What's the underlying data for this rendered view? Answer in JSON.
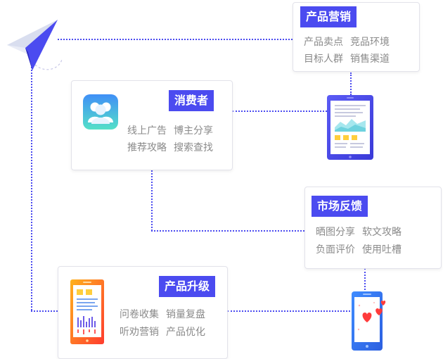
{
  "cards": {
    "marketing": {
      "title": "产品营销",
      "line1": [
        "产品卖点",
        "竞品环境"
      ],
      "line2": [
        "目标人群",
        "销售渠道"
      ]
    },
    "consumer": {
      "title": "消费者",
      "line1": [
        "线上广告",
        "博主分享"
      ],
      "line2": [
        "推荐攻略",
        "搜索查找"
      ]
    },
    "feedback": {
      "title": "市场反馈",
      "line1": [
        "晒图分享",
        "软文攻略"
      ],
      "line2": [
        "负面评价",
        "使用吐槽"
      ]
    },
    "upgrade": {
      "title": "产品升级",
      "line1": [
        "问卷收集",
        "销量复盘"
      ],
      "line2": [
        "听劝营销",
        "产品优化"
      ]
    }
  },
  "colors": {
    "accent": "#4b4bf0",
    "text": "#8a8a8a",
    "border": "#e2e2ea"
  },
  "icons": [
    "paper-plane-icon",
    "users-icon",
    "tablet-icon",
    "phone-icon",
    "heart-phone-icon"
  ]
}
